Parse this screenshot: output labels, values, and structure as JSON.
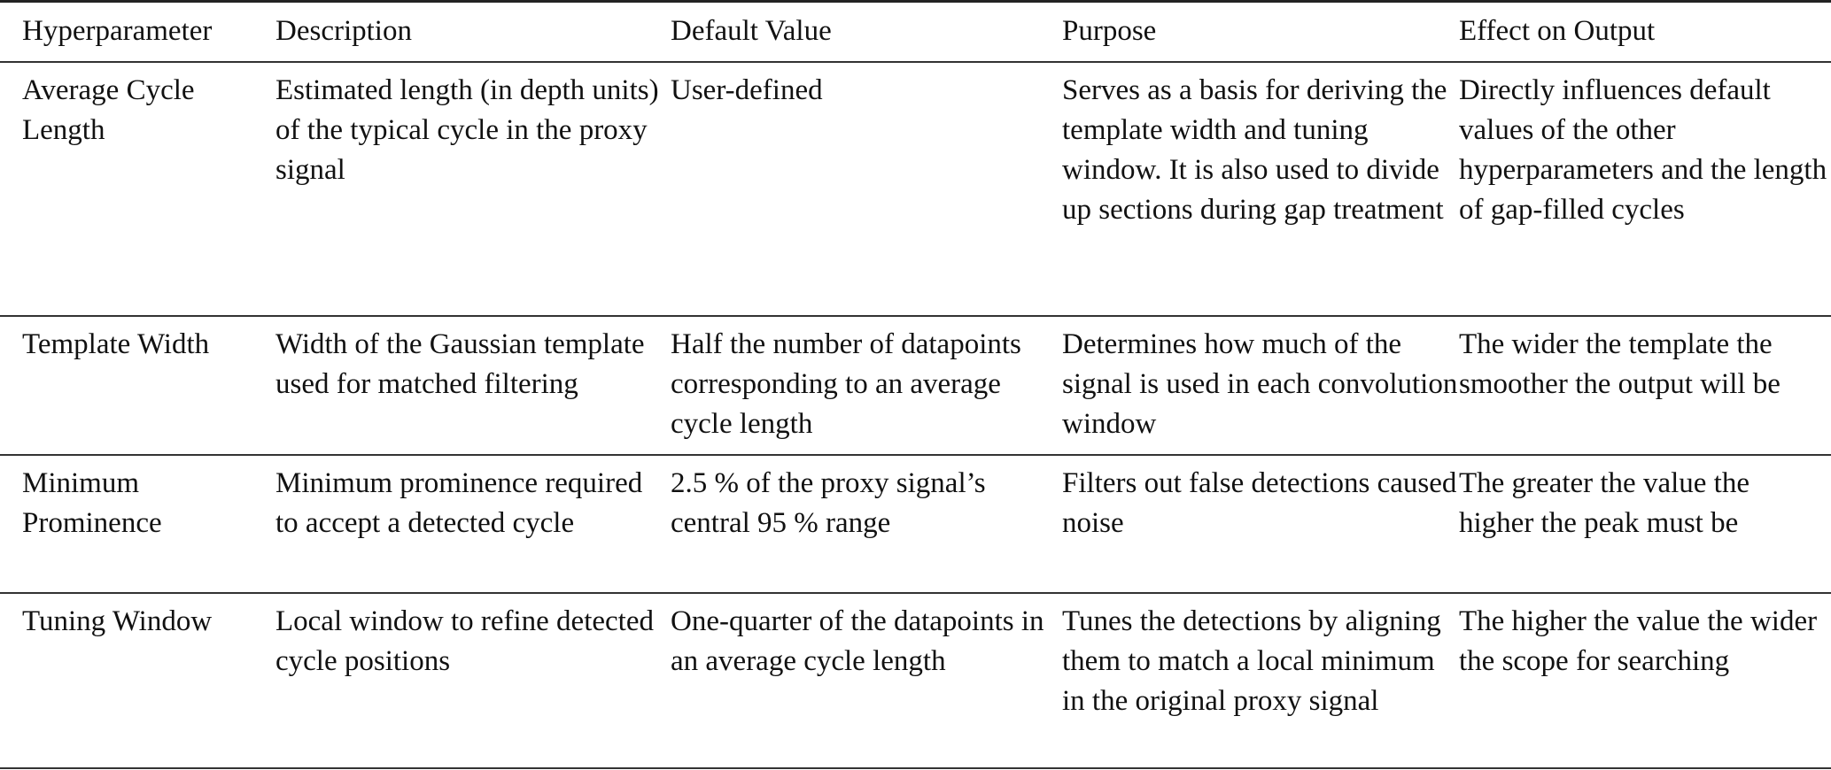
{
  "table": {
    "headers": [
      "Hyperparameter",
      "Description",
      "Default Value",
      "Purpose",
      "Effect on Output"
    ],
    "rows": [
      {
        "hyperparameter": "Average Cycle Length",
        "description": "Estimated length (in depth units) of the typical cycle in the proxy signal",
        "default_value": "User-defined",
        "purpose": "Serves as a basis for deriving the template width and tuning window. It is also used to divide up sections during gap treatment",
        "effect": "Directly influences default values of the other hyperparameters and the length of gap-filled cycles"
      },
      {
        "hyperparameter": "Template Width",
        "description": "Width of the Gaussian template used for matched filtering",
        "default_value": "Half the number of datapoints corresponding to an average cycle length",
        "purpose": "Determines how much of the signal is used in each convolution window",
        "effect": "The wider the template the smoother the output will be"
      },
      {
        "hyperparameter": "Minimum Prominence",
        "description": "Minimum prominence required to accept a detected cycle",
        "default_value": "2.5 % of the proxy signal’s central 95 % range",
        "purpose": "Filters out false detections caused noise",
        "effect": "The greater the value the higher the peak must be"
      },
      {
        "hyperparameter": "Tuning Window",
        "description": "Local window to refine detected cycle positions",
        "default_value": "One-quarter of the datapoints in an average cycle length",
        "purpose": "Tunes the detections by aligning them to match a local minimum in the original proxy signal",
        "effect": "The higher the value the wider the scope for searching"
      }
    ]
  }
}
